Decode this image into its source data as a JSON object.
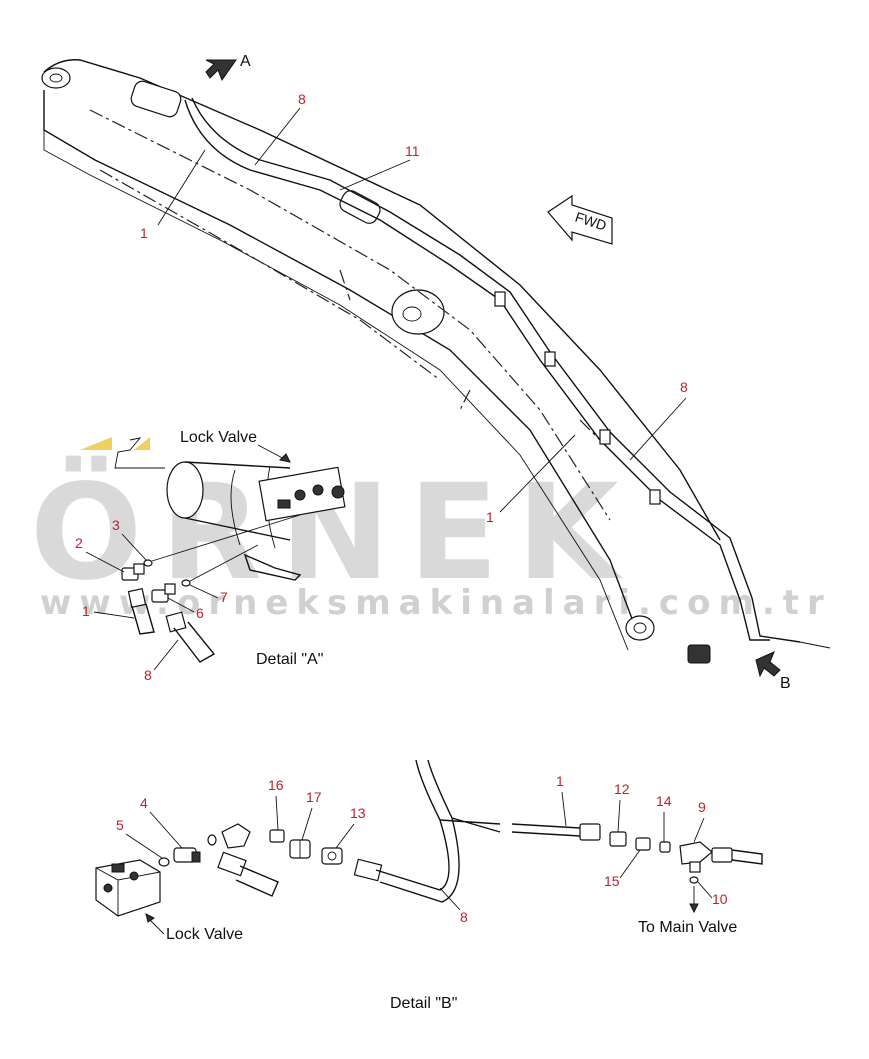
{
  "watermark": {
    "brand": "ÖRNEK",
    "url": "www.orneksmakinalari.com.tr",
    "color": "#d9d9d9",
    "accent": "#f0d060"
  },
  "colors": {
    "callout": "#c0202a",
    "ink": "#111111"
  },
  "view_labels": {
    "arrow_a": "A",
    "arrow_b": "B",
    "fwd": "FWD"
  },
  "main_callouts": {
    "c8_top": "8",
    "c11": "11",
    "c1_top": "1",
    "c8_right": "8",
    "c1_mid": "1"
  },
  "detail_a": {
    "title": "Detail \"A\"",
    "lock_valve": "Lock Valve",
    "callouts": {
      "c3": "3",
      "c2": "2",
      "c1": "1",
      "c6": "6",
      "c7": "7",
      "c8": "8"
    }
  },
  "detail_b": {
    "title": "Detail \"B\"",
    "lock_valve": "Lock Valve",
    "to_main_valve": "To Main Valve",
    "callouts": {
      "c4": "4",
      "c5": "5",
      "c16": "16",
      "c17": "17",
      "c13": "13",
      "c1": "1",
      "c8": "8",
      "c12": "12",
      "c14": "14",
      "c15": "15",
      "c9": "9",
      "c10": "10"
    }
  }
}
